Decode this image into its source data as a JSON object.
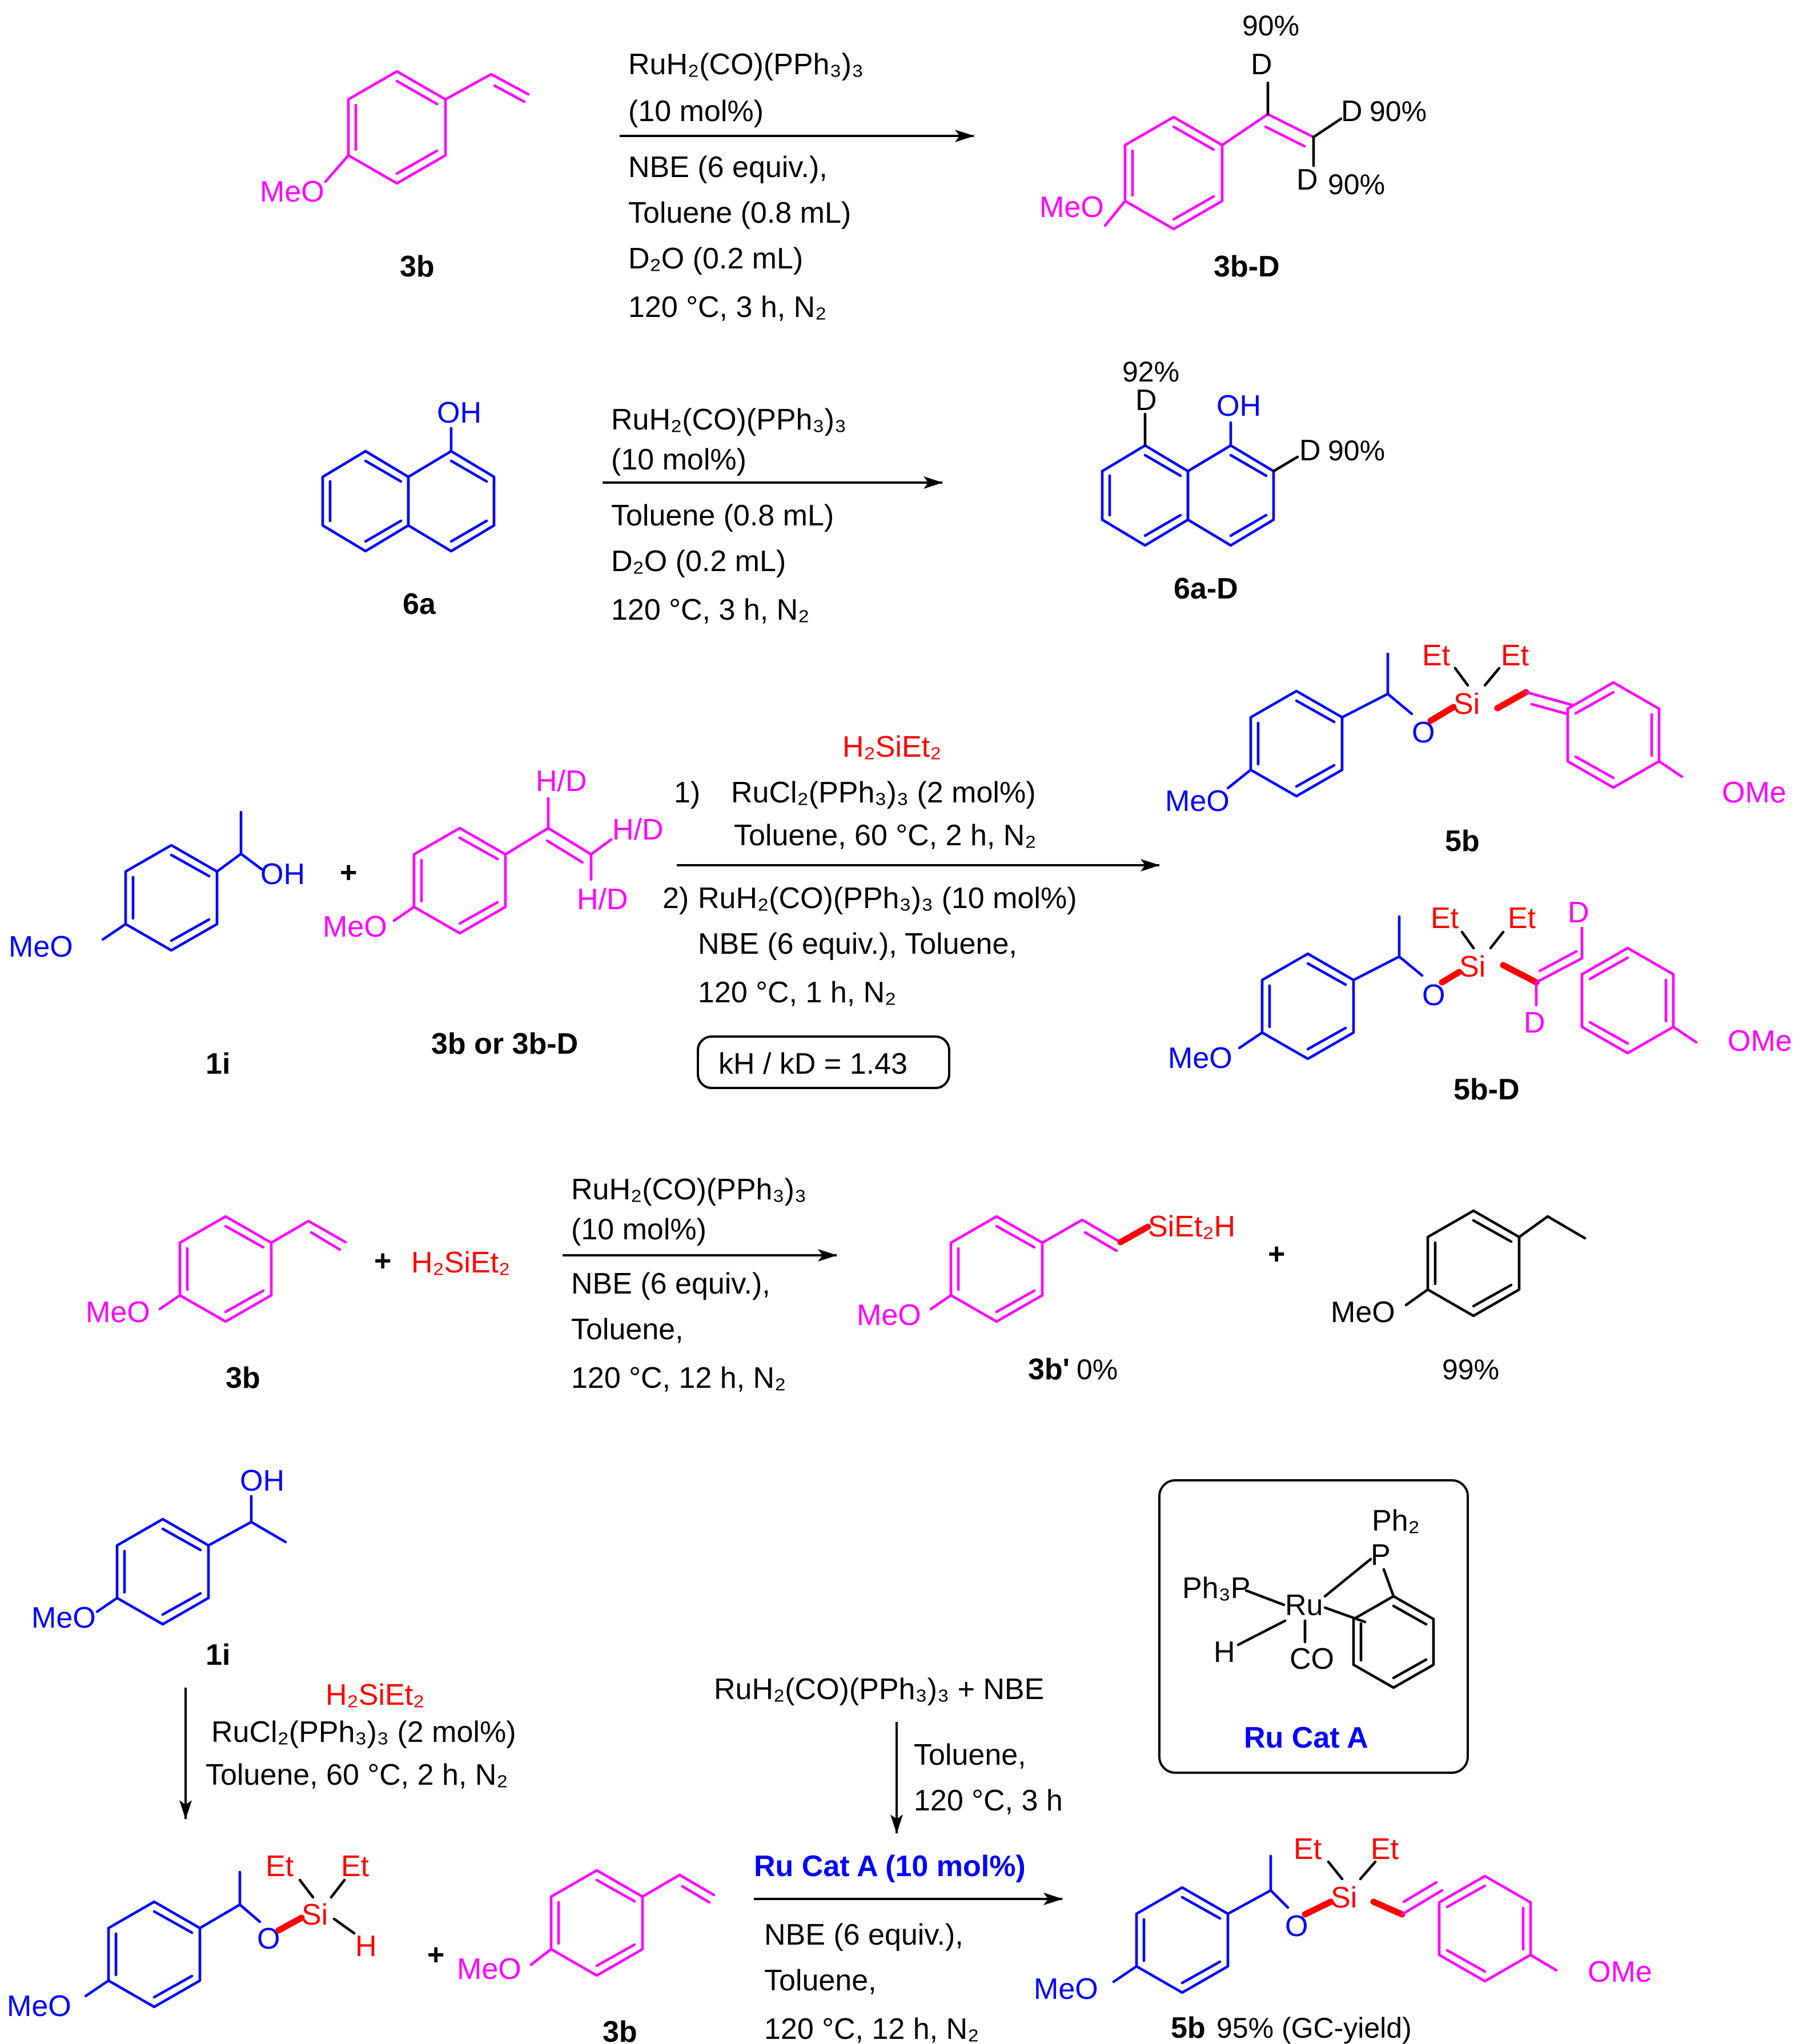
{
  "colors": {
    "styrene": "#ff00ff",
    "alcohol": "#0000ff",
    "silane": "#ff0000",
    "ink": "#000000"
  },
  "atoms": {
    "MeO": "MeO",
    "OMe": "OMe",
    "OH": "OH",
    "D": "D",
    "O": "O",
    "Si": "Si",
    "Et": "Et",
    "H": "H",
    "HD": "H/D",
    "Ru": "Ru",
    "Ph3P": "Ph₃P",
    "Ph2": "Ph₂",
    "P": "P",
    "CO": "CO",
    "plus": "+"
  },
  "row1": {
    "reagent": "RuH₂(CO)(PPh₃)₃",
    "loading": "(10 mol%)",
    "c1": "NBE (6 equiv.),",
    "c2": "Toluene (0.8 mL)",
    "c3": "D₂O (0.2 mL)",
    "c4": "120 °C, 3 h, N₂",
    "start": "3b",
    "product": "3b-D",
    "d_alpha": "90%",
    "d_beta1": "90%",
    "d_beta2": "90%"
  },
  "row2": {
    "reagent": "RuH₂(CO)(PPh₃)₃",
    "loading": "(10 mol%)",
    "c1": "Toluene (0.8 mL)",
    "c2": "D₂O (0.2 mL)",
    "c3": "120 °C, 3 h, N₂",
    "start": "6a",
    "product": "6a-D",
    "d_peri": "92%",
    "d_ortho": "90%"
  },
  "row3": {
    "silane": "H₂SiEt₂",
    "s1_num": "1)",
    "s1_cat": "RuCl₂(PPh₃)₃ (2 mol%)",
    "s1_cond": "Toluene, 60 °C, 2 h, N₂",
    "s2_num": "2)",
    "s2_cat": "RuH₂(CO)(PPh₃)₃ (10 mol%)",
    "s2_c1": "NBE (6 equiv.), Toluene,",
    "s2_c2": "120 °C, 1 h, N₂",
    "kie": "kH / kD = 1.43",
    "sm1": "1i",
    "sm2": "3b or 3b-D",
    "p1": "5b",
    "p2": "5b-D"
  },
  "row4": {
    "reagent": "RuH₂(CO)(PPh₃)₃",
    "loading": "(10 mol%)",
    "c1": "NBE (6 equiv.),",
    "c2": "Toluene,",
    "c3": "120 °C, 12 h, N₂",
    "silane": "H₂SiEt₂",
    "sm": "3b",
    "p1_group": "SiEt₂H",
    "p1_label": "3b'",
    "p1_yield": "0%",
    "p2_yield": "99%"
  },
  "row5": {
    "sm": "1i",
    "silane": "H₂SiEt₂",
    "down_cat": "RuCl₂(PPh₃)₃ (2 mol%)",
    "down_cond": "Toluene, 60 °C, 2 h, N₂",
    "prep_reagent": "RuH₂(CO)(PPh₃)₃ + NBE",
    "prep_c1": "Toluene,",
    "prep_c2": "120 °C, 3 h",
    "cat_name": "Ru Cat A",
    "cat_load": "Ru Cat A (10 mol%)",
    "c1": "NBE (6 equiv.),",
    "c2": "Toluene,",
    "c3": "120 °C, 12 h, N₂",
    "sm2": "3b",
    "prod_label": "5b",
    "prod_yield": "95% (GC-yield)"
  }
}
